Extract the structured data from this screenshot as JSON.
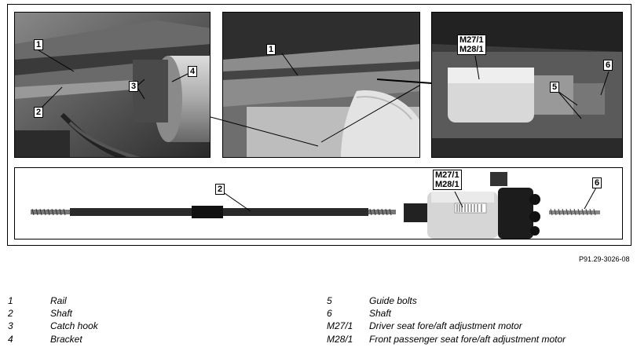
{
  "callouts": {
    "p1": [
      "1",
      "2",
      "3",
      "4"
    ],
    "p2": [
      "1"
    ],
    "p3": [
      "M27/1\nM28/1",
      "5",
      "6"
    ],
    "p4": [
      "2",
      "M27/1\nM28/1",
      "6"
    ]
  },
  "reference_id": "P91.29-3026-08",
  "legend": [
    {
      "num": "1",
      "text": "Rail"
    },
    {
      "num": "2",
      "text": "Shaft"
    },
    {
      "num": "3",
      "text": "Catch hook"
    },
    {
      "num": "4",
      "text": "Bracket"
    },
    {
      "num": "5",
      "text": "Guide bolts"
    },
    {
      "num": "6",
      "text": "Shaft"
    },
    {
      "num": "M27/1",
      "text": "Driver seat fore/aft adjustment motor"
    },
    {
      "num": "M28/1",
      "text": "Front passenger seat fore/aft adjustment motor"
    }
  ]
}
